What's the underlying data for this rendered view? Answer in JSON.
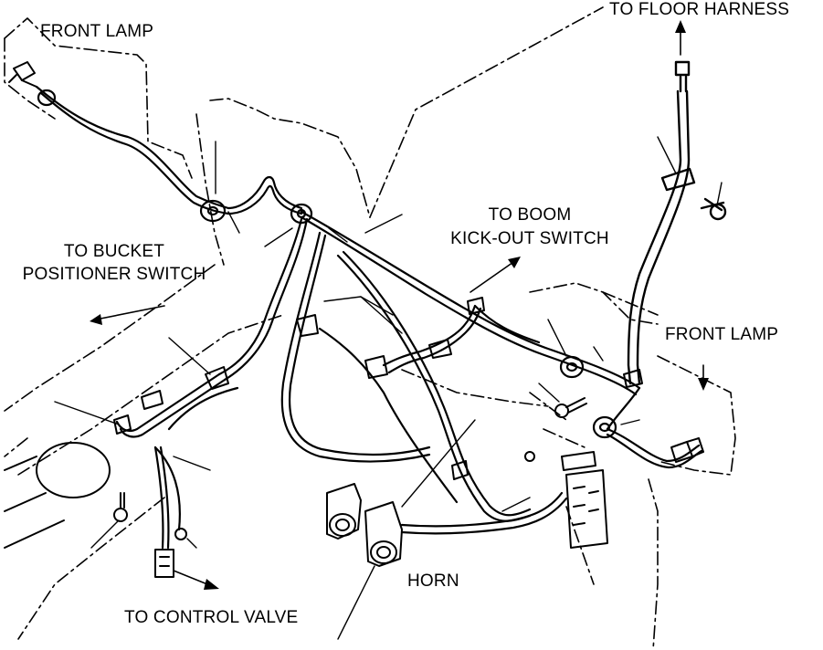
{
  "diagram": {
    "labels": {
      "front_lamp_left": "FRONT LAMP",
      "to_floor_harness": "TO FLOOR HARNESS",
      "to_boom_line1": "TO BOOM",
      "to_boom_line2": "KICK-OUT SWITCH",
      "to_bucket_line1": "TO BUCKET",
      "to_bucket_line2": "POSITIONER SWITCH",
      "front_lamp_right": "FRONT LAMP",
      "horn": "HORN",
      "to_control_valve": "TO CONTROL VALVE"
    },
    "colors": {
      "ink": "#000000",
      "paper": "#ffffff"
    }
  }
}
